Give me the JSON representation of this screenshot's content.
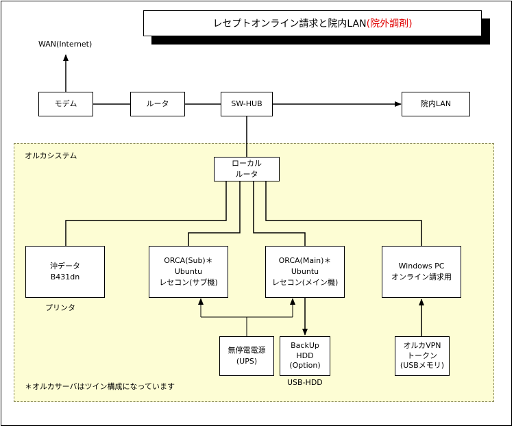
{
  "title": {
    "main": "レセプトオンライン請求と院内LAN",
    "suffix": "(院外調剤)",
    "suffix_color": "#e00000"
  },
  "top": {
    "wan": "WAN(Internet)",
    "modem": "モデム",
    "router": "ルータ",
    "hub": "SW-HUB",
    "lan": "院内LAN"
  },
  "region": {
    "label": "オルカシステム",
    "fill": "#fdfdd4"
  },
  "local_router": {
    "line1": "ローカル",
    "line2": "ルータ"
  },
  "printer": {
    "line1": "沖データ",
    "line2": "B431dn",
    "caption": "プリンタ"
  },
  "orca_sub": {
    "line1": "ORCA(Sub)＊",
    "line2": "Ubuntu",
    "line3": "レセコン(サブ機)"
  },
  "orca_main": {
    "line1": "ORCA(Main)＊",
    "line2": "Ubuntu",
    "line3": "レセコン(メイン機)"
  },
  "windows_pc": {
    "line1": "Windows PC",
    "line2": "オンライン請求用"
  },
  "ups": {
    "line1": "無停電電源",
    "line2": "(UPS)"
  },
  "backup": {
    "line1": "BackUp",
    "line2": "HDD",
    "line3": "(Option)",
    "caption": "USB-HDD"
  },
  "vpn": {
    "line1": "オルカVPN",
    "line2": "トークン",
    "line3": "(USBメモリ)"
  },
  "footnote": "＊オルカサーバはツイン構成になっています"
}
